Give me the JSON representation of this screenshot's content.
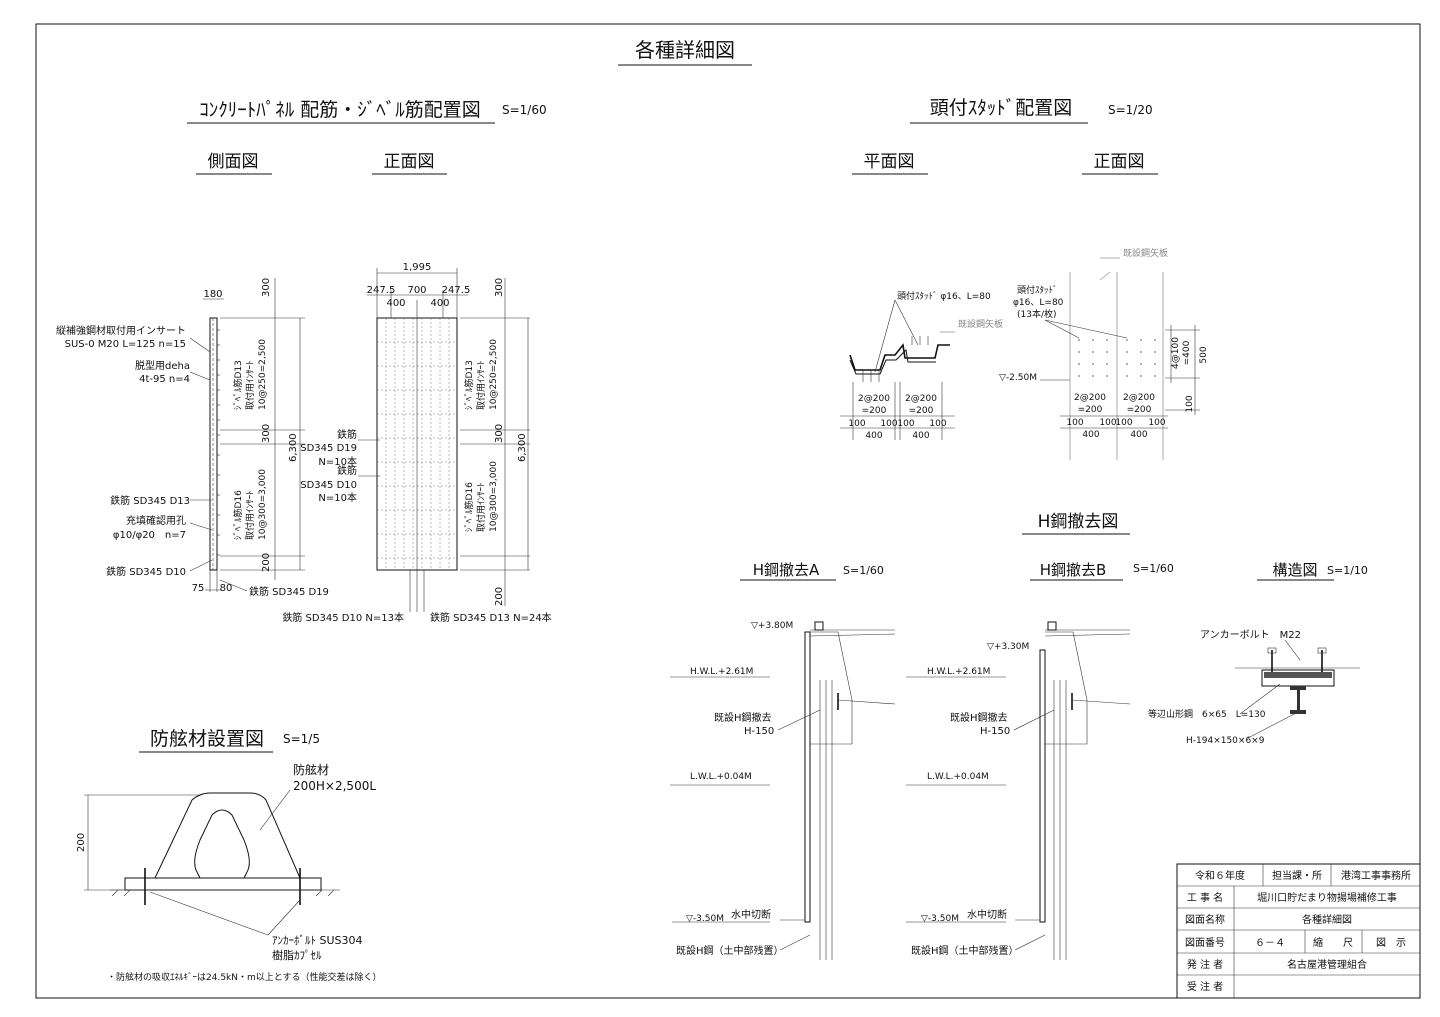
{
  "sheet": {
    "title": "各種詳細図"
  },
  "panel": {
    "title": "ｺﾝｸﾘｰﾄﾊﾟﾈﾙ 配筋・ｼﾞﾍﾞﾙ筋配置図",
    "scale": "S=1/60",
    "side_view": "側面図",
    "front_view": "正面図",
    "dims": {
      "d180": "180",
      "d300a": "300",
      "d300b": "300",
      "d200": "200",
      "d6300": "6,300",
      "d75": "75",
      "d80": "80",
      "d1995": "1,995",
      "d2475a": "247.5",
      "d700": "700",
      "d2475b": "247.5",
      "d400a": "400",
      "d400b": "400",
      "f300a": "300",
      "f300b": "300",
      "f200": "200",
      "f6300": "6,300"
    },
    "side_labels": {
      "insert1": "縦補強鋼材取付用インサート",
      "insert2": "SUS-0 M20 L=125 n=15",
      "deha1": "脱型用deha",
      "deha2": "4t-95 n=4",
      "bar_d13": "鉄筋 SD345 D13",
      "fill1": "充填確認用孔",
      "fill2": "φ10/φ20　n=7",
      "bar_d10": "鉄筋 SD345 D10",
      "bar_d19": "鉄筋 SD345 D19",
      "jibel1a": "ｼﾞﾍﾞﾙ筋D13",
      "jibel1b": "取付用ｲﾝｻｰﾄ",
      "jibel1c": "10@250=2,500",
      "jibel2a": "ｼﾞﾍﾞﾙ筋D16",
      "jibel2b": "取付用ｲﾝｻｰﾄ",
      "jibel2c": "10@300=3,000"
    },
    "front_labels": {
      "rebar_a1": "鉄筋",
      "rebar_a2": "SD345 D19",
      "rebar_a3": "N=10本",
      "rebar_b1": "鉄筋",
      "rebar_b2": "SD345 D10",
      "rebar_b3": "N=10本",
      "bottom_a": "鉄筋 SD345 D10 N=13本",
      "bottom_b": "鉄筋 SD345 D13 N=24本",
      "jibel1a": "ｼﾞﾍﾞﾙ筋D13",
      "jibel1b": "取付用ｲﾝｻｰﾄ",
      "jibel1c": "10@250=2,500",
      "jibel2a": "ｼﾞﾍﾞﾙ筋D16",
      "jibel2b": "取付用ｲﾝｻｰﾄ",
      "jibel2c": "10@300=3,000"
    }
  },
  "fender": {
    "title": "防舷材設置図",
    "scale": "S=1/5",
    "label1": "防舷材",
    "label2": "200H×2,500L",
    "dim200": "200",
    "bolt1": "ｱﾝｶｰﾎﾞﾙﾄ SUS304",
    "bolt2": "樹脂ｶﾌﾟｾﾙ",
    "note": "・防舷材の吸収ｴﾈﾙｷﾞｰは24.5kN・m以上とする（性能交差は除く）"
  },
  "stud": {
    "title": "頭付ｽﾀｯﾄﾞ配置図",
    "scale": "S=1/20",
    "plan_view": "平面図",
    "front_view": "正面図",
    "plan_label": "頭付ｽﾀｯﾄﾞ φ16、L=80",
    "sheet_pile": "既設鋼矢板",
    "plan_d2a1": "2@200",
    "plan_d2a2": "=200",
    "plan_d2b1": "2@200",
    "plan_d2b2": "=200",
    "p100a": "100",
    "p100b": "100",
    "p100c": "100",
    "p100d": "100",
    "p400a": "400",
    "p400b": "400",
    "front_sheet_pile": "既設鋼矢板",
    "front_lbl1": "頭付ｽﾀｯﾄﾞ",
    "front_lbl2": "φ16、L=80",
    "front_lbl3": "(13本/枚)",
    "level": "▽-2.50M",
    "f_4at100": "4@100",
    "f_400": "=400",
    "f_500": "500",
    "f_100": "100",
    "f_d2a1": "2@200",
    "f_d2a2": "=200",
    "f_d2b1": "2@200",
    "f_d2b2": "=200",
    "f100a": "100",
    "f100b": "100",
    "f100c": "100",
    "f100d": "100",
    "f400a": "400",
    "f400b": "400"
  },
  "hbeam": {
    "title": "H鋼撤去図",
    "a_title": "H鋼撤去A",
    "a_scale": "S=1/60",
    "b_title": "H鋼撤去B",
    "b_scale": "S=1/60",
    "s_title": "構造図",
    "s_scale": "S=1/10",
    "a_top": "▽+3.80M",
    "a_hwl": "H.W.L.+2.61M",
    "a_rem1": "既設H鋼撤去",
    "a_rem2": "H-150",
    "a_lwl": "L.W.L.+0.04M",
    "a_low": "▽-3.50M",
    "a_cut": "水中切断",
    "a_rem": "既設H鋼（土中部残置）",
    "b_top": "▽+3.30M",
    "b_hwl": "H.W.L.+2.61M",
    "b_rem1": "既設H鋼撤去",
    "b_rem2": "H-150",
    "b_lwl": "L.W.L.+0.04M",
    "b_low": "▽-3.50M",
    "b_cut": "水中切断",
    "b_rem": "既設H鋼（土中部残置）",
    "anchor": "アンカーボルト　M22",
    "angle": "等辺山形鋼　6×65　L=130",
    "hsec": "H-194×150×6×9"
  },
  "title_block": {
    "year": "令和６年度",
    "dept_label": "担当課・所",
    "dept": "港湾工事事務所",
    "work_label": "工 事 名",
    "work": "堀川口貯だまり物揚場補修工事",
    "drawing_label": "図面名称",
    "drawing": "各種詳細図",
    "num_label": "図面番号",
    "num": "６－４",
    "scale_label": "縮　　尺",
    "scale": "図　示",
    "client_label": "発 注 者",
    "client": "名古屋港管理組合",
    "contractor_label": "受 注 者",
    "contractor": ""
  }
}
